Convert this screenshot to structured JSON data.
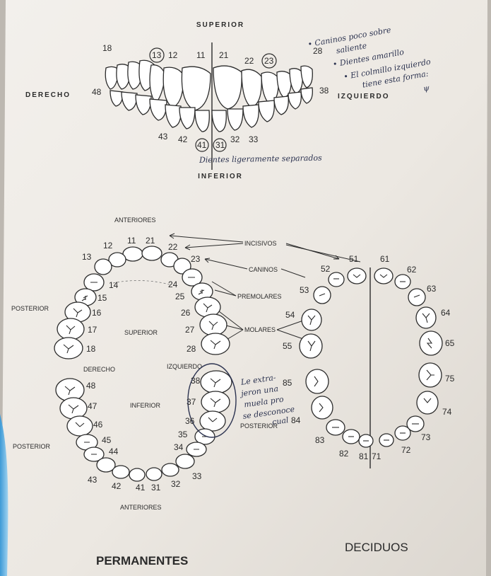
{
  "colors": {
    "paper": "#f1eee9",
    "ink": "#2b2b2b",
    "pen": "#2c3350",
    "accent": "#4aa3d8"
  },
  "top": {
    "superior": "SUPERIOR",
    "inferior": "INFERIOR",
    "derecho": "DERECHO",
    "izquierdo": "IZQUIERDO",
    "numbers": {
      "n18": "18",
      "n13": "13",
      "n12": "12",
      "n11": "11",
      "n21": "21",
      "n22": "22",
      "n23": "23",
      "n28": "28",
      "n48": "48",
      "n38": "38",
      "n43": "43",
      "n42": "42",
      "n41": "41",
      "n31": "31",
      "n32": "32",
      "n33": "33"
    },
    "notes": [
      "• Caninos poco sobre",
      "saliente",
      "• Dientes amarillo",
      "• El colmillo izquierdo",
      "tiene esta forma:",
      "ψ"
    ],
    "spaced_note": "Dientes ligeramente separados"
  },
  "permanent": {
    "title": "PERMANENTES",
    "anteriores_top": "ANTERIORES",
    "anteriores_bottom": "ANTERIORES",
    "posterior_left_top": "POSTERIOR",
    "posterior_left_bottom": "POSTERIOR",
    "posterior_right": "POSTERIOR",
    "superior": "SUPERIOR",
    "inferior": "INFERIOR",
    "derecho": "DERECHO",
    "izquierdo": "IZQUIERDO",
    "incisivos": "INCISIVOS",
    "caninos": "CANINOS",
    "premolares": "PREMOLARES",
    "molares": "MOLARES",
    "upper_numbers": {
      "n11": "11",
      "n21": "21",
      "n12": "12",
      "n22": "22",
      "n13": "13",
      "n23": "23",
      "n14": "14",
      "n24": "24",
      "n15": "15",
      "n25": "25",
      "n16": "16",
      "n26": "26",
      "n17": "17",
      "n27": "27",
      "n18": "18",
      "n28": "28"
    },
    "lower_numbers": {
      "n48": "48",
      "n47": "47",
      "n46": "46",
      "n45": "45",
      "n44": "44",
      "n43": "43",
      "n42": "42",
      "n41": "41",
      "n31": "31",
      "n32": "32",
      "n33": "33",
      "n34": "34",
      "n35": "35",
      "n36": "36",
      "n37": "37",
      "n38": "38"
    },
    "extraction_note": [
      "Le extra-",
      "jeron una",
      "muela pro",
      "se desconoce",
      "cual"
    ]
  },
  "deciduous": {
    "title": "DECIDUOS",
    "upper_numbers": {
      "n51": "51",
      "n61": "61",
      "n52": "52",
      "n62": "62",
      "n53": "53",
      "n63": "63",
      "n54": "54",
      "n64": "64",
      "n55": "55",
      "n65": "65"
    },
    "lower_numbers": {
      "n85": "85",
      "n75": "75",
      "n84": "84",
      "n74": "74",
      "n83": "83",
      "n73": "73",
      "n82": "82",
      "n72": "72",
      "n81": "81",
      "n71": "71"
    }
  }
}
